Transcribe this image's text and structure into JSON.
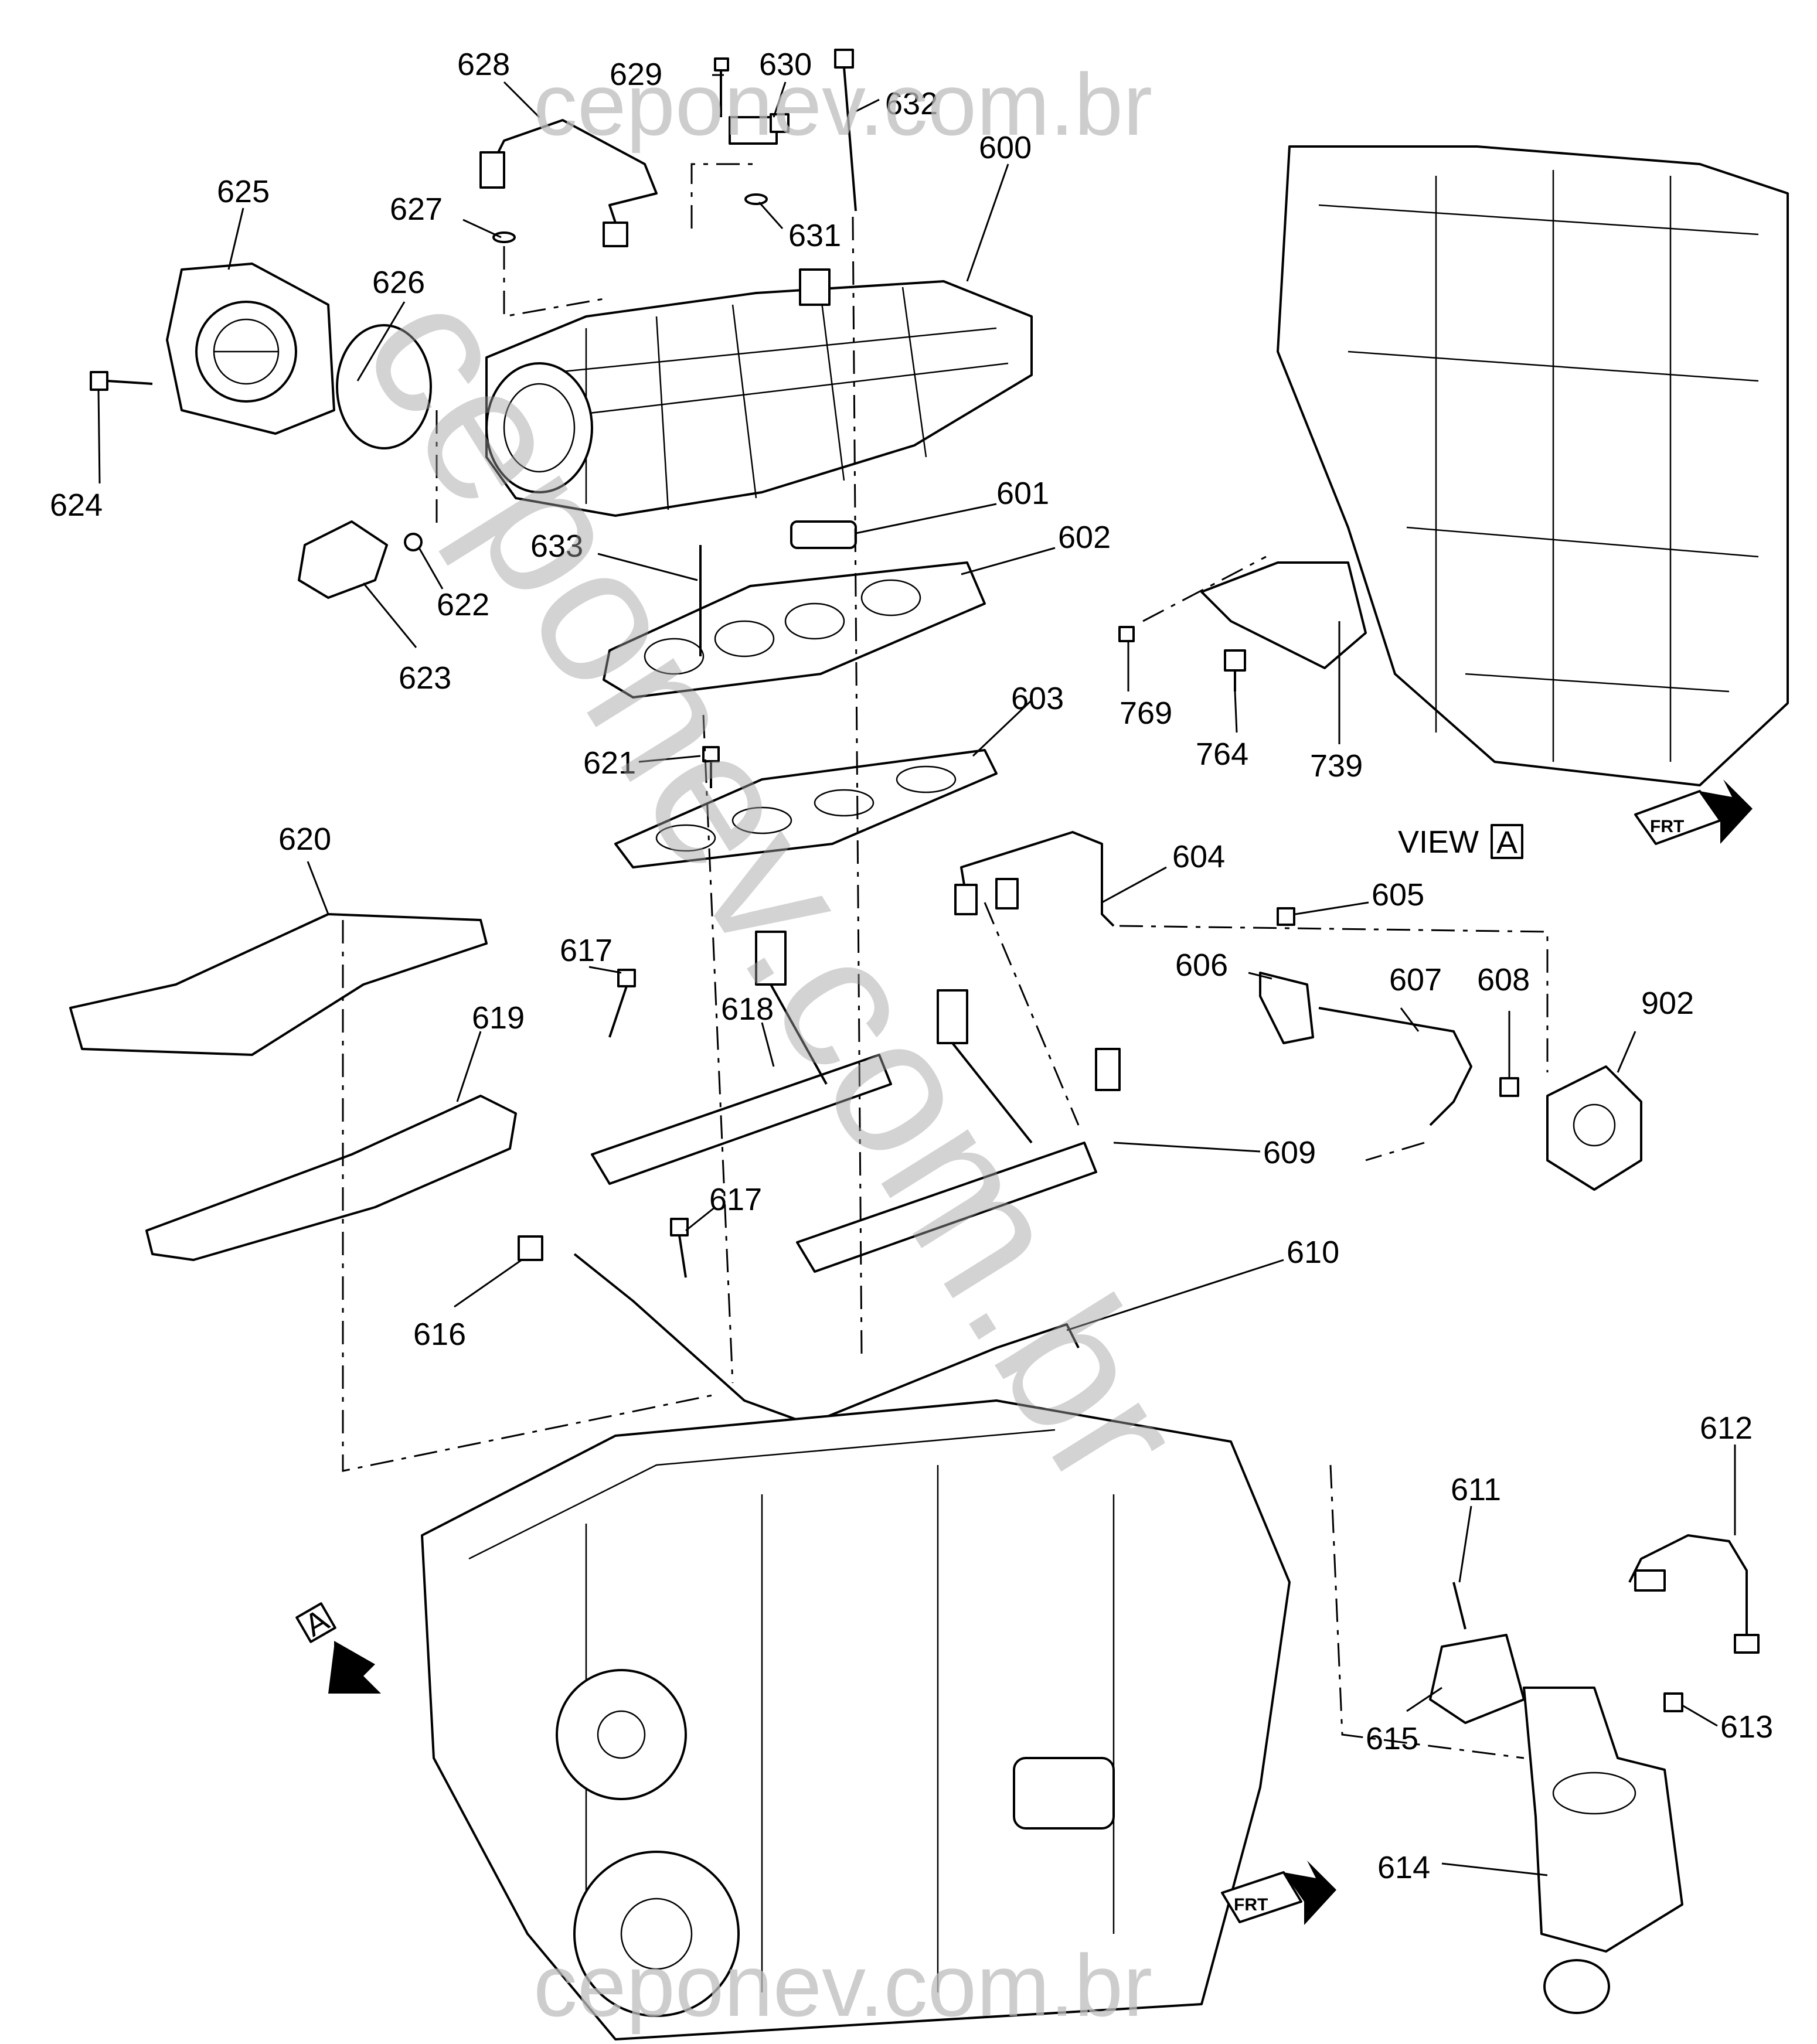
{
  "callouts": [
    "628",
    "629",
    "630",
    "632",
    "600",
    "625",
    "627",
    "631",
    "626",
    "624",
    "601",
    "633",
    "602",
    "622",
    "623",
    "769",
    "764",
    "739",
    "603",
    "621",
    "620",
    "604",
    "605",
    "617",
    "606",
    "607",
    "608",
    "902",
    "618",
    "619",
    "609",
    "617",
    "610",
    "616",
    "612",
    "611",
    "615",
    "613",
    "614"
  ],
  "view": {
    "label": "VIEW",
    "letter": "A"
  },
  "arrow_letter": "A",
  "front_marker": "FRT",
  "watermark": {
    "top": "ceponev.com.br",
    "bottom": "ceponev.com.br",
    "diagonal": "ceponev.com.br"
  }
}
